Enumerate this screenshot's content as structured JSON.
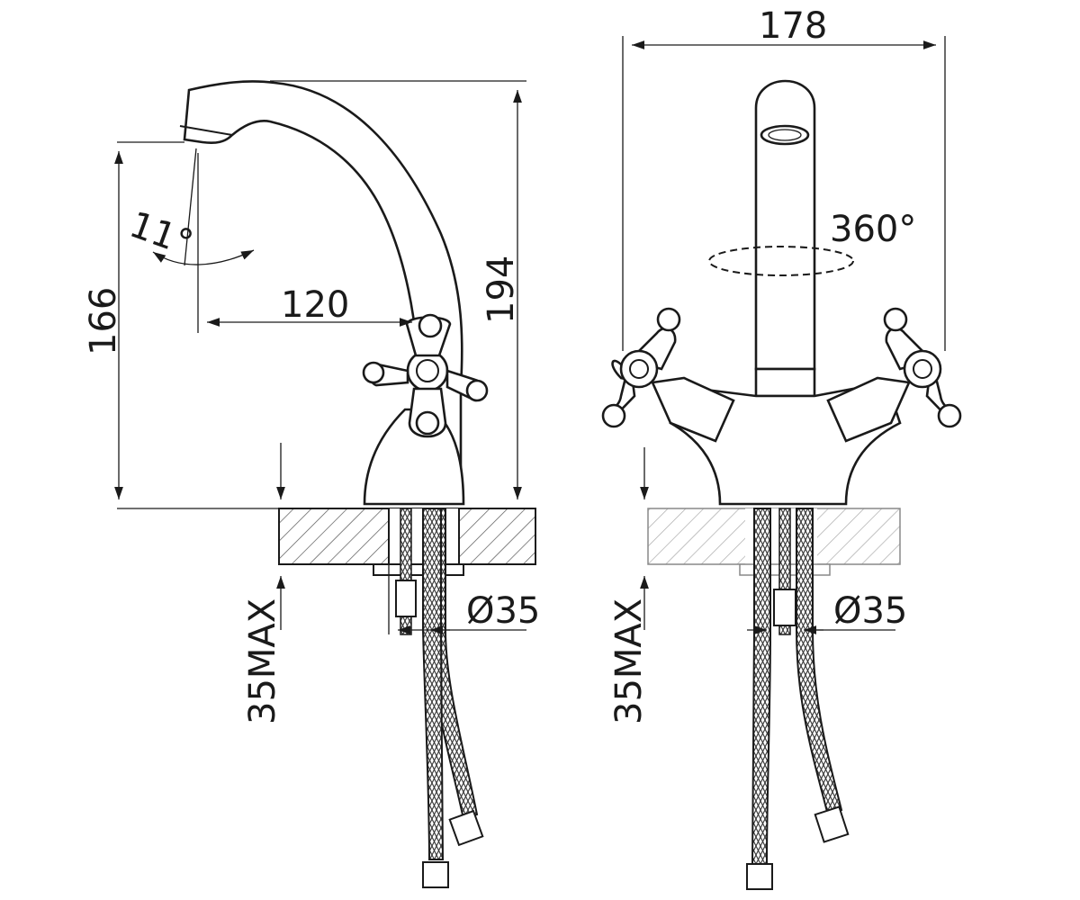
{
  "side_view": {
    "dimensions": {
      "spout_angle": "11°",
      "reach": "120",
      "height_to_outlet": "166",
      "total_height": "194",
      "hole_diameter": "Ø35",
      "max_deck_thickness": "35MAX"
    }
  },
  "front_view": {
    "dimensions": {
      "width": "178",
      "swivel_angle": "360°",
      "hole_diameter": "Ø35",
      "max_deck_thickness": "35MAX"
    }
  }
}
